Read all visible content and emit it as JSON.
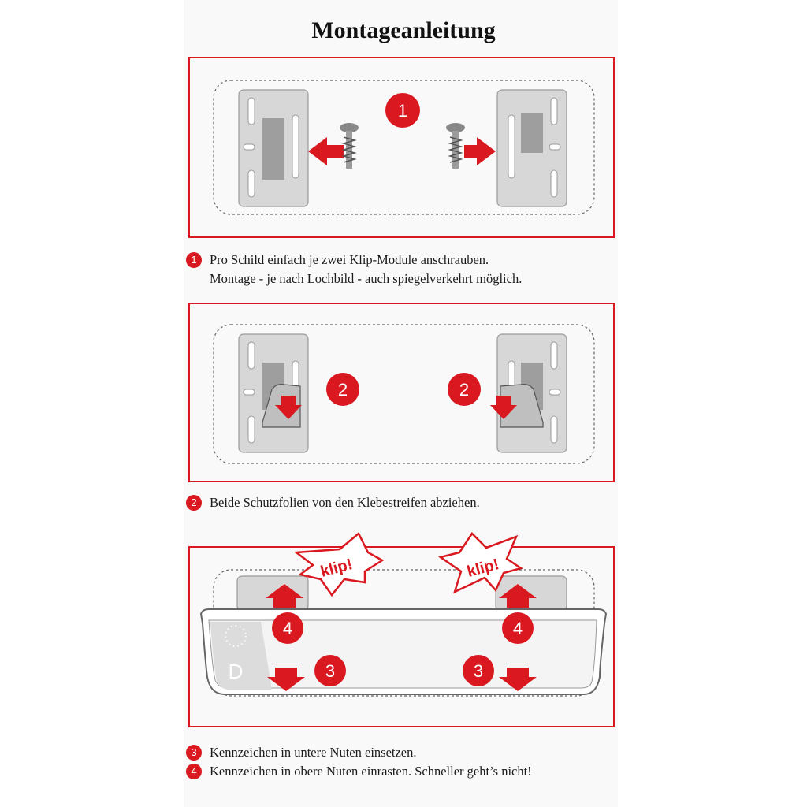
{
  "title": "Montageanleitung",
  "colors": {
    "accent": "#d9191f",
    "bracket": "#d5d5d5",
    "bracket_dark": "#a9a9a9"
  },
  "panel1": {
    "step_badge": "1"
  },
  "panel2": {
    "left_badge": "2",
    "right_badge": "2"
  },
  "panel3": {
    "burst_left": "klip!",
    "burst_right": "klip!",
    "badge_up_left": "4",
    "badge_up_right": "4",
    "badge_down_left": "3",
    "badge_down_right": "3",
    "plate_country": "D"
  },
  "steps": [
    {
      "num": "1",
      "lines": [
        "Pro Schild einfach je zwei Klip-Module anschrauben.",
        "Montage - je nach Lochbild - auch spiegelverkehrt möglich."
      ]
    },
    {
      "num": "2",
      "lines": [
        "Beide Schutzfolien von den Klebestreifen abziehen."
      ]
    },
    {
      "num": "3",
      "lines": [
        "Kennzeichen in untere Nuten einsetzen."
      ]
    },
    {
      "num": "4",
      "lines": [
        "Kennzeichen in obere Nuten einrasten. Schneller geht’s nicht!"
      ]
    }
  ]
}
